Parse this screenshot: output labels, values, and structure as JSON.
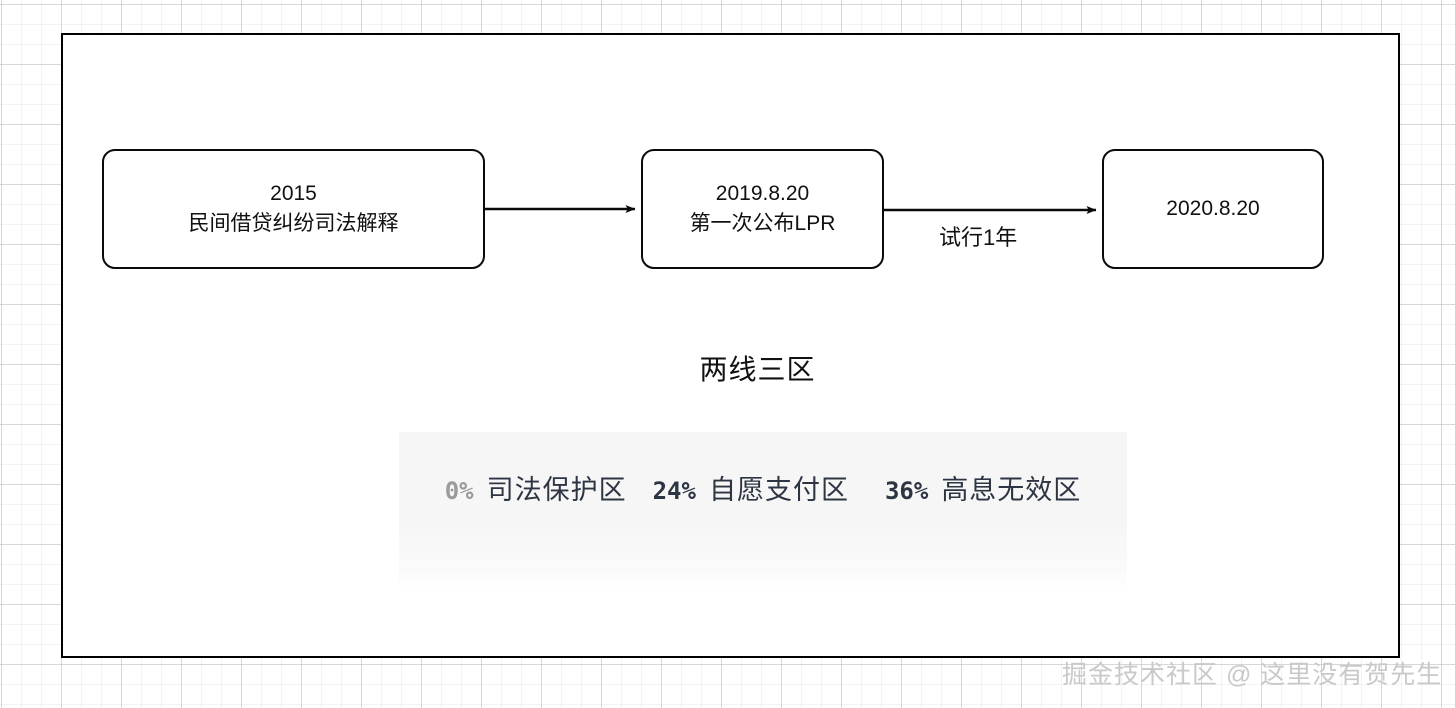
{
  "canvas": {
    "border_color": "#000000",
    "background": "#ffffff"
  },
  "diagram": {
    "type": "flowchart",
    "nodes": [
      {
        "id": "node-0",
        "lines": [
          "2015",
          "民间借贷纠纷司法解释"
        ]
      },
      {
        "id": "node-1",
        "lines": [
          "2019.8.20",
          "第一次公布LPR"
        ]
      },
      {
        "id": "node-2",
        "lines": [
          "2020.8.20"
        ]
      }
    ],
    "edges": [
      {
        "id": "edge-0",
        "from": "node-0",
        "to": "node-1",
        "label": ""
      },
      {
        "id": "edge-1",
        "from": "node-1",
        "to": "node-2",
        "label": "试行1年"
      }
    ]
  },
  "section": {
    "heading": "两线三区"
  },
  "zones": {
    "band_color": "#f6f6f7",
    "items": [
      {
        "percent": "0%",
        "name": "司法保护区",
        "percent_color": "#9b9b9b"
      },
      {
        "percent": "24%",
        "name": "自愿支付区",
        "percent_color": "#2d3543"
      },
      {
        "percent": "36%",
        "name": "高息无效区",
        "percent_color": "#2d3543"
      }
    ]
  },
  "watermark": {
    "text": "掘金技术社区 @ 这里没有贺先生"
  }
}
